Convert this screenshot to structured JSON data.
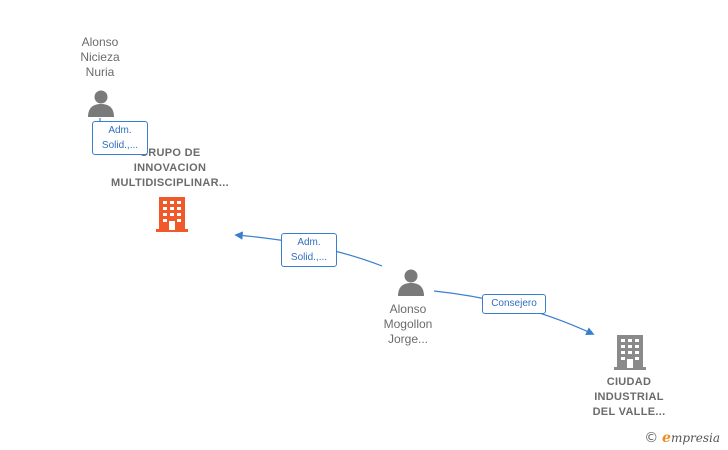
{
  "people": {
    "alonso_nicieza": {
      "label": "Alonso\nNicieza\nNuria"
    },
    "alonso_mogollon": {
      "label": "Alonso\nMogollon\nJorge..."
    }
  },
  "companies": {
    "grupo_innovacion": {
      "label": "GRUPO DE\nINNOVACION\nMULTIDISCIPLINAR...",
      "color": "#f0592a"
    },
    "ciudad_industrial": {
      "label": "CIUDAD\nINDUSTRIAL\nDEL VALLE...",
      "color": "#8a8a8a"
    }
  },
  "edges": {
    "nicieza_to_grupo": {
      "label": "Adm.\nSolid.,..."
    },
    "mogollon_to_grupo": {
      "label": "Adm.\nSolid.,..."
    },
    "mogollon_to_ciudad": {
      "label": "Consejero"
    }
  },
  "colors": {
    "edge": "#3a7fcf",
    "person": "#7a7a7a"
  },
  "brand": {
    "copyright": "©",
    "name": "mpresia",
    "initial": "e"
  }
}
